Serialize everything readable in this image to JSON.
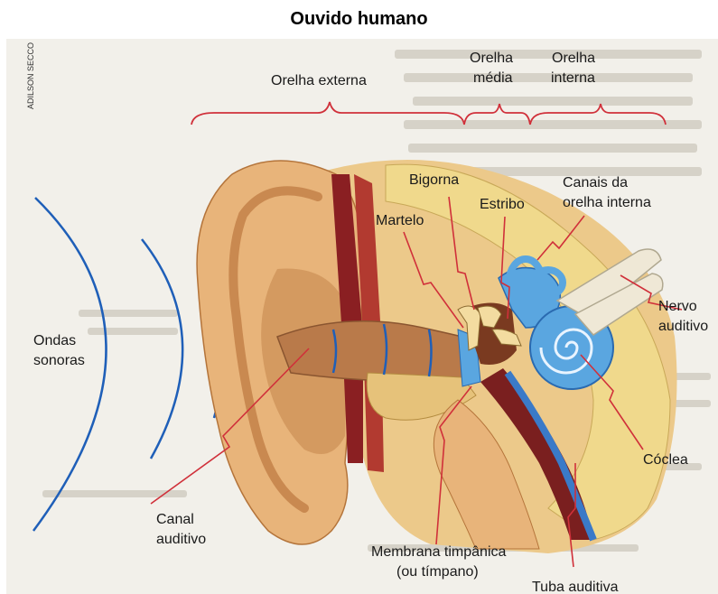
{
  "title": "Ouvido humano",
  "credit": "ADILSON SECCO",
  "regions": {
    "outer": "Orelha externa",
    "middle": [
      "Orelha",
      "média"
    ],
    "inner": [
      "Orelha",
      "interna"
    ]
  },
  "labels": {
    "sound_waves": [
      "Ondas",
      "sonoras"
    ],
    "ear_canal": [
      "Canal",
      "auditivo"
    ],
    "eardrum": [
      "Membrana timpânica",
      "(ou tímpano)"
    ],
    "eustachian_tube": "Tuba auditiva",
    "cochlea": "Cóclea",
    "auditory_nerve": [
      "Nervo",
      "auditivo"
    ],
    "semicircular_canals": [
      "Canais da",
      "orelha interna"
    ],
    "stirrup": "Estribo",
    "anvil": "Bigorna",
    "hammer": "Martelo"
  },
  "colors": {
    "skin": "#e8b47a",
    "bone": "#f0d98c",
    "inner_ear": "#5aa6e0",
    "canal": "#b97a4a",
    "tissue": "#a0302a",
    "leader": "#d0303a",
    "waves": "#1f5fb8"
  }
}
